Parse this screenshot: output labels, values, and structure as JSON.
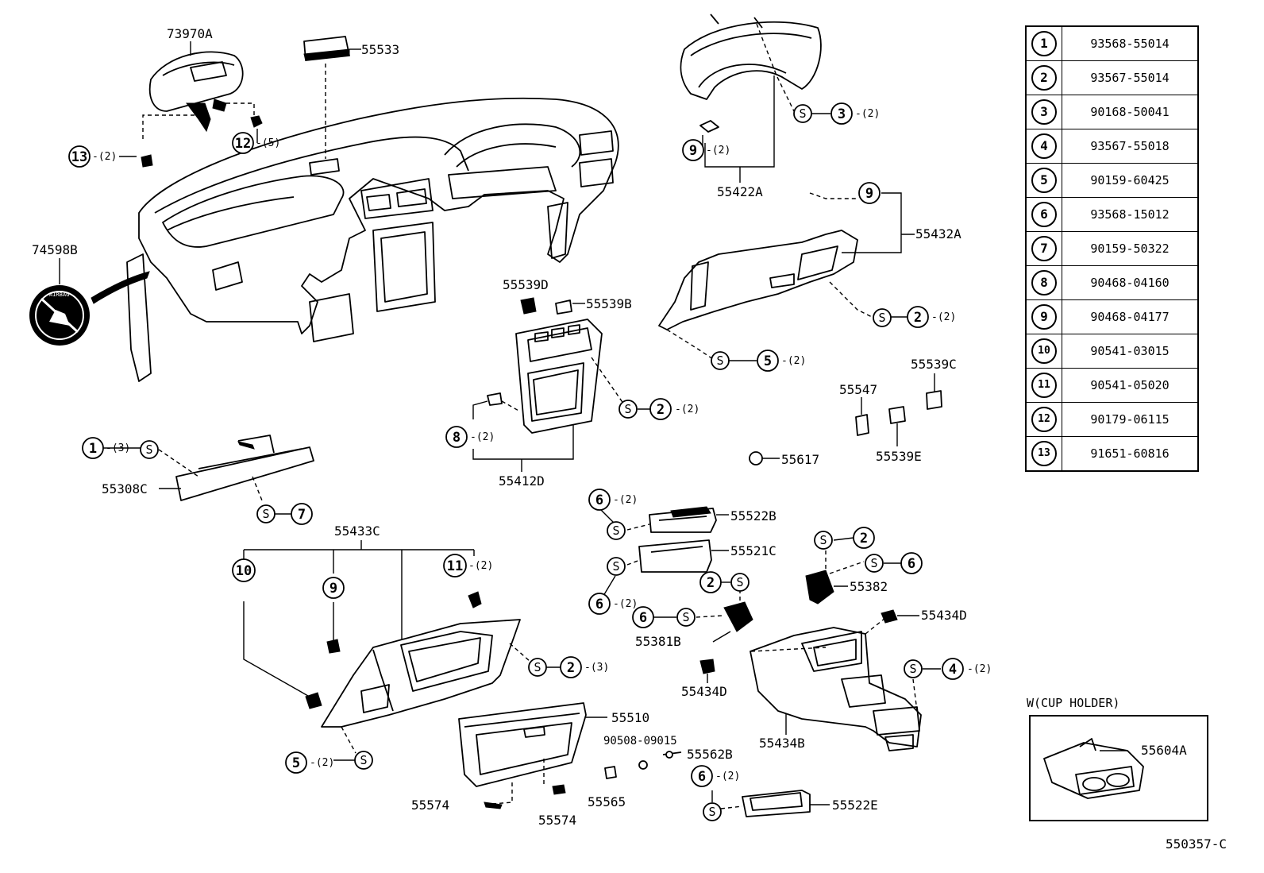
{
  "parts_table": [
    {
      "index": "1",
      "part_number": "93568-55014"
    },
    {
      "index": "2",
      "part_number": "93567-55014"
    },
    {
      "index": "3",
      "part_number": "90168-50041"
    },
    {
      "index": "4",
      "part_number": "93567-55018"
    },
    {
      "index": "5",
      "part_number": "90159-60425"
    },
    {
      "index": "6",
      "part_number": "93568-15012"
    },
    {
      "index": "7",
      "part_number": "90159-50322"
    },
    {
      "index": "8",
      "part_number": "90468-04160"
    },
    {
      "index": "9",
      "part_number": "90468-04177"
    },
    {
      "index": "10",
      "part_number": "90541-03015"
    },
    {
      "index": "11",
      "part_number": "90541-05020"
    },
    {
      "index": "12",
      "part_number": "90179-06115"
    },
    {
      "index": "13",
      "part_number": "91651-60816"
    }
  ],
  "labels": {
    "p73970A": "73970A",
    "p55533": "55533",
    "p74598B": "74598B",
    "airbag": "AIRBAG",
    "p55422A": "55422A",
    "p55432A": "55432A",
    "p55539D": "55539D",
    "p55539B": "55539B",
    "p55412D": "55412D",
    "p55547": "55547",
    "p55539C": "55539C",
    "p55539E": "55539E",
    "p55617": "55617",
    "p55308C": "55308C",
    "p55433C": "55433C",
    "p55522B": "55522B",
    "p55521C": "55521C",
    "p55382": "55382",
    "p55381B": "55381B",
    "p55434D_a": "55434D",
    "p55434D_b": "55434D",
    "p55510": "55510",
    "p90508": "90508-09015",
    "p55562B": "55562B",
    "p55434B": "55434B",
    "p55574_a": "55574",
    "p55574_b": "55574",
    "p55565": "55565",
    "p55522E": "55522E",
    "p55604A": "55604A"
  },
  "callouts": {
    "c13": {
      "num": "13",
      "qty": "-(2)"
    },
    "c12": {
      "num": "12",
      "qty": "-(5)"
    },
    "c3": {
      "num": "3",
      "qty": "-(2)"
    },
    "c9a": {
      "num": "9",
      "qty": "-(2)"
    },
    "c9b": {
      "num": "9",
      "qty": ""
    },
    "c2a": {
      "num": "2",
      "qty": "-(2)"
    },
    "c5a": {
      "num": "5",
      "qty": "-(2)"
    },
    "c2b": {
      "num": "2",
      "qty": "-(2)"
    },
    "c8": {
      "num": "8",
      "qty": "-(2)"
    },
    "c1": {
      "num": "1",
      "qty": "-(3)"
    },
    "c7": {
      "num": "7",
      "qty": ""
    },
    "c10": {
      "num": "10",
      "qty": ""
    },
    "c9c": {
      "num": "9",
      "qty": ""
    },
    "c11": {
      "num": "11",
      "qty": "-(2)"
    },
    "c2c": {
      "num": "2",
      "qty": "-(3)"
    },
    "c5b": {
      "num": "5",
      "qty": "-(2)"
    },
    "c6a": {
      "num": "6",
      "qty": "-(2)"
    },
    "c6b": {
      "num": "6",
      "qty": "-(2)"
    },
    "c2d": {
      "num": "2",
      "qty": ""
    },
    "c6c": {
      "num": "6",
      "qty": ""
    },
    "c2e": {
      "num": "2",
      "qty": ""
    },
    "c6d": {
      "num": "6",
      "qty": ""
    },
    "c4": {
      "num": "4",
      "qty": "-(2)"
    },
    "c6e": {
      "num": "6",
      "qty": "-(2)"
    }
  },
  "screw_symbol": "S",
  "inset": {
    "title": "W(CUP HOLDER)"
  },
  "drawing_code": "550357-C"
}
